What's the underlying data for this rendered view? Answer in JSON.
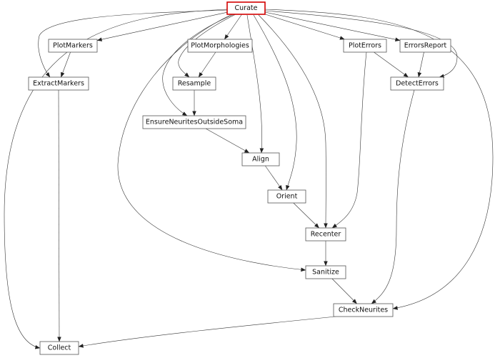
{
  "graph": {
    "nodes": [
      {
        "id": "curate",
        "label": "Curate",
        "root": true
      },
      {
        "id": "plotmarkers",
        "label": "PlotMarkers"
      },
      {
        "id": "plotmorphologies",
        "label": "PlotMorphologies"
      },
      {
        "id": "ploterrors",
        "label": "PlotErrors"
      },
      {
        "id": "errorsreport",
        "label": "ErrorsReport"
      },
      {
        "id": "extractmarkers",
        "label": "ExtractMarkers"
      },
      {
        "id": "resample",
        "label": "Resample"
      },
      {
        "id": "detecterrors",
        "label": "DetectErrors"
      },
      {
        "id": "ensureneurites",
        "label": "EnsureNeuritesOutsideSoma"
      },
      {
        "id": "align",
        "label": "Align"
      },
      {
        "id": "orient",
        "label": "Orient"
      },
      {
        "id": "recenter",
        "label": "Recenter"
      },
      {
        "id": "sanitize",
        "label": "Sanitize"
      },
      {
        "id": "checkneurites",
        "label": "CheckNeurites"
      },
      {
        "id": "collect",
        "label": "Collect"
      }
    ],
    "edges": [
      {
        "from": "curate",
        "to": "plotmarkers"
      },
      {
        "from": "curate",
        "to": "plotmorphologies"
      },
      {
        "from": "curate",
        "to": "ploterrors"
      },
      {
        "from": "curate",
        "to": "errorsreport"
      },
      {
        "from": "curate",
        "to": "extractmarkers"
      },
      {
        "from": "curate",
        "to": "resample"
      },
      {
        "from": "curate",
        "to": "detecterrors"
      },
      {
        "from": "curate",
        "to": "ensureneurites"
      },
      {
        "from": "curate",
        "to": "align"
      },
      {
        "from": "curate",
        "to": "orient"
      },
      {
        "from": "curate",
        "to": "recenter"
      },
      {
        "from": "curate",
        "to": "sanitize"
      },
      {
        "from": "curate",
        "to": "checkneurites"
      },
      {
        "from": "curate",
        "to": "collect"
      },
      {
        "from": "plotmarkers",
        "to": "extractmarkers"
      },
      {
        "from": "plotmorphologies",
        "to": "resample"
      },
      {
        "from": "ploterrors",
        "to": "detecterrors"
      },
      {
        "from": "ploterrors",
        "to": "recenter"
      },
      {
        "from": "errorsreport",
        "to": "detecterrors"
      },
      {
        "from": "extractmarkers",
        "to": "collect"
      },
      {
        "from": "resample",
        "to": "ensureneurites"
      },
      {
        "from": "detecterrors",
        "to": "checkneurites"
      },
      {
        "from": "ensureneurites",
        "to": "align"
      },
      {
        "from": "align",
        "to": "orient"
      },
      {
        "from": "orient",
        "to": "recenter"
      },
      {
        "from": "recenter",
        "to": "sanitize"
      },
      {
        "from": "sanitize",
        "to": "checkneurites"
      },
      {
        "from": "checkneurites",
        "to": "collect"
      }
    ]
  }
}
